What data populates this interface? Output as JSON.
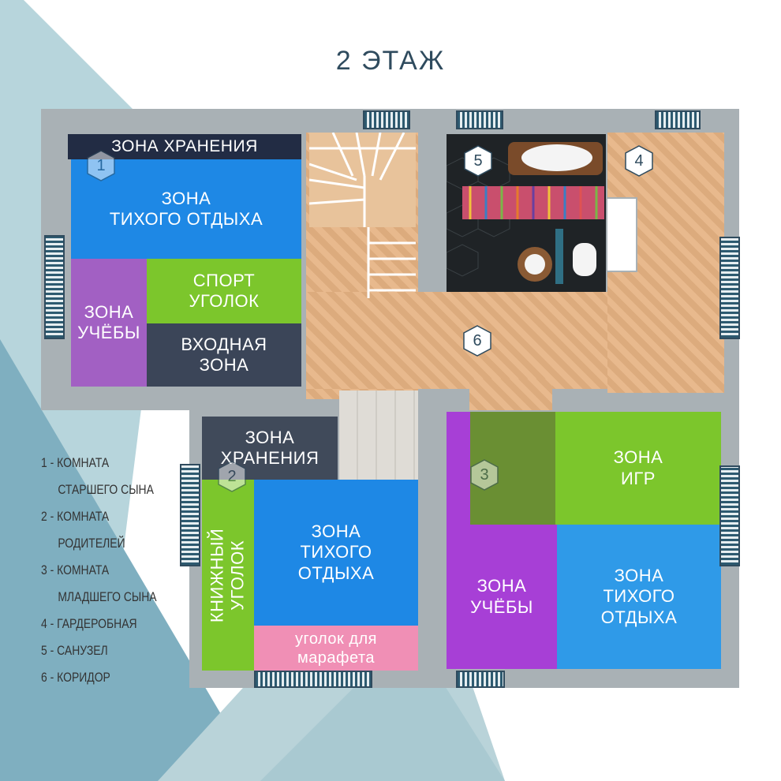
{
  "title": "2 ЭТАЖ",
  "colors": {
    "blue": "#1e88e5",
    "green": "#7cc62c",
    "purple": "#a73fd6",
    "dark": "#2e3a4e",
    "pink": "#f08fb5",
    "wall": "#a9b1b5",
    "teal_bg": "#9cc3cd"
  },
  "room1": {
    "storage": "ЗОНА ХРАНЕНИЯ",
    "rest": "ЗОНА\nТИХОГО ОТДЫХА",
    "sport": "СПОРТ\nУГОЛОК",
    "study": "ЗОНА\nУЧЁБЫ",
    "entry": "ВХОДНАЯ\nЗОНА"
  },
  "room2": {
    "storage": "ЗОНА\nХРАНЕНИЯ",
    "books": "КНИЖНЫЙ\nУГОЛОК",
    "rest": "ЗОНА\nТИХОГО\nОТДЫХА",
    "makeup": "уголок для\nмарафета"
  },
  "room3": {
    "games": "ЗОНА\nИГР",
    "study": "ЗОНА\nУЧЁБЫ",
    "rest": "ЗОНА\nТИХОГО\nОТДЫХА"
  },
  "markers": {
    "m1": "1",
    "m2": "2",
    "m3": "3",
    "m4": "4",
    "m5": "5",
    "m6": "6"
  },
  "legend": [
    {
      "line1": "1 - КОМНАТА",
      "line2": "СТАРШЕГО СЫНА"
    },
    {
      "line1": "2 - КОМНАТА",
      "line2": "РОДИТЕЛЕЙ"
    },
    {
      "line1": "3 - КОМНАТА",
      "line2": "МЛАДШЕГО СЫНА"
    },
    {
      "line1": "4 - ГАРДЕРОБНАЯ",
      "line2": ""
    },
    {
      "line1": "5 - САНУЗЕЛ",
      "line2": ""
    },
    {
      "line1": "6 - КОРИДОР",
      "line2": ""
    }
  ]
}
